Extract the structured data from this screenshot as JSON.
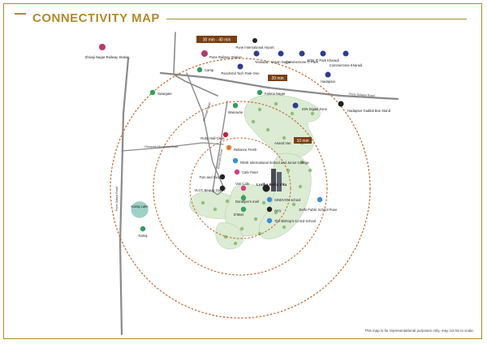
{
  "title": "CONNECTIVITY MAP",
  "disclaimer": "This map is for representational purposes only, may not be to scale.",
  "rings": [
    {
      "label": "30 min - 40 min",
      "color": "#b15a1b"
    },
    {
      "label": "20 min",
      "color": "#b15a1b"
    },
    {
      "label": "10 min",
      "color": "#b15a1b"
    }
  ],
  "roads": [
    {
      "label": "Pune-Solapur Road"
    },
    {
      "label": "Ghorpadi Road"
    },
    {
      "label": "Bhairoba Road"
    },
    {
      "label": "Ghorpadi-Mundhwa Road"
    },
    {
      "label": "Pune-Satara Road"
    }
  ],
  "landmarks": [
    {
      "name": "Pune International Airport",
      "icon": "plane-icon"
    },
    {
      "name": "Shivaji Nagar Railway Station",
      "icon": "train-icon"
    },
    {
      "name": "Pune Railway Station",
      "icon": "train-icon"
    },
    {
      "name": "Yerwada",
      "icon": "location-pin-icon"
    },
    {
      "name": "Viman Nagar",
      "icon": "location-pin-icon"
    },
    {
      "name": "Panchshil Tech Park One",
      "icon": "location-pin-icon"
    },
    {
      "name": "Commerzone IT Park",
      "icon": "location-pin-icon"
    },
    {
      "name": "EON IT Park Kharadi",
      "icon": "location-pin-icon"
    },
    {
      "name": "Commerzone Kharadi",
      "icon": "location-pin-icon"
    },
    {
      "name": "Hadapsar",
      "icon": "location-pin-icon"
    },
    {
      "name": "Camp",
      "icon": "location-pin-icon"
    },
    {
      "name": "Fatima Nagar",
      "icon": "location-pin-icon"
    },
    {
      "name": "Swargate",
      "icon": "location-pin-icon"
    },
    {
      "name": "Wanowrie",
      "icon": "location-pin-icon"
    },
    {
      "name": "ION Digital Zone",
      "icon": "location-pin-icon"
    },
    {
      "name": "Hadapsar Gadital Bus Stand",
      "icon": "bus-icon"
    },
    {
      "name": "Anand Van",
      "icon": "tree-icon"
    },
    {
      "name": "Ruby Hall Clinic",
      "icon": "hospital-icon"
    },
    {
      "name": "Reliance Fresh",
      "icon": "shop-icon"
    },
    {
      "name": "RIMS International School and Junior College",
      "icon": "school-icon"
    },
    {
      "name": "Cafe Peter",
      "icon": "cafe-icon"
    },
    {
      "name": "Tom and Guy",
      "icon": "shop-icon"
    },
    {
      "name": "VLCC Beauty Salon",
      "icon": "shop-icon"
    },
    {
      "name": "Vari Cafe",
      "icon": "cafe-icon"
    },
    {
      "name": "Lodha Bella Vita",
      "icon": "project-pin-icon"
    },
    {
      "name": "Dorabjee's mall",
      "icon": "mall-icon"
    },
    {
      "name": "D'Mart",
      "icon": "mall-icon"
    },
    {
      "name": "SINDVON school",
      "icon": "school-icon"
    },
    {
      "name": "Arcy",
      "icon": "shop-icon"
    },
    {
      "name": "The Bishop's Co-Ed School",
      "icon": "school-icon"
    },
    {
      "name": "Delhi Public School Pune",
      "icon": "school-icon"
    },
    {
      "name": "Katraj Lake",
      "icon": "lake-icon"
    },
    {
      "name": "Katraj",
      "icon": "location-pin-icon"
    }
  ]
}
